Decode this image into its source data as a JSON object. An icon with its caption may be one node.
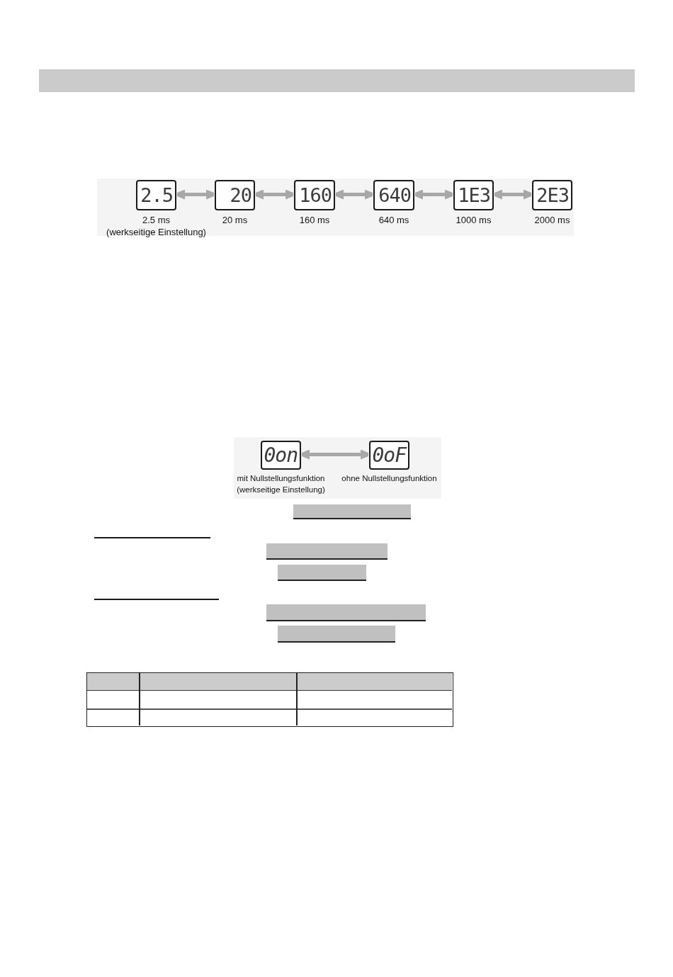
{
  "diagram": {
    "nodes": [
      {
        "text": [
          "2.5"
        ],
        "beside": [
          "2.5 ms",
          "(werkseitige Einstellung)"
        ]
      },
      {
        "text": [
          "20"
        ],
        "beside": [
          "20 ms"
        ]
      },
      {
        "text": [
          "160"
        ],
        "beside": [
          "160 ms"
        ]
      },
      {
        "text": [
          "640"
        ],
        "beside": [
          "640 ms"
        ]
      },
      {
        "text": [
          "1E3"
        ],
        "beside": [
          "1000 ms"
        ]
      },
      {
        "text": [
          "2E3"
        ],
        "beside": [
          "2000 ms"
        ]
      },
      {
        "text": [
          "0on"
        ],
        "beside": [
          "mit Nullstellungsfunktion",
          "(werkseitige Einstellung)"
        ]
      },
      {
        "text": [
          "0oF"
        ],
        "beside": [
          "ohne Nullstellungsfunktion"
        ]
      }
    ],
    "edges": [
      {
        "from": 0,
        "to": 1,
        "arrow": "both"
      },
      {
        "from": 1,
        "to": 2,
        "arrow": "both"
      },
      {
        "from": 2,
        "to": 3,
        "arrow": "both"
      },
      {
        "from": 3,
        "to": 4,
        "arrow": "both"
      },
      {
        "from": 4,
        "to": 5,
        "arrow": "both"
      },
      {
        "from": 6,
        "to": 7,
        "arrow": "both"
      }
    ]
  }
}
